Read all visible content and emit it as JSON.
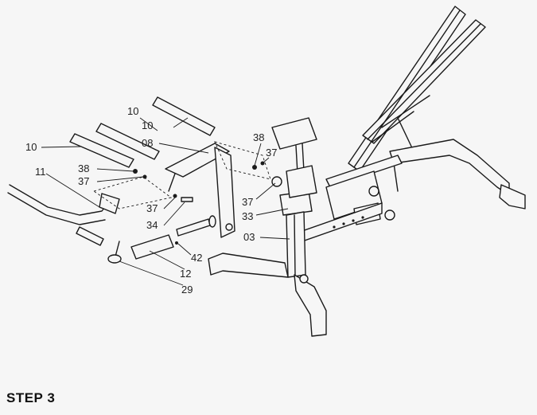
{
  "step_title": "STEP 3",
  "callouts": {
    "c10a": "10",
    "c10b": "10",
    "c10c": "10",
    "c08": "08",
    "c11": "11",
    "c38a": "38",
    "c37a": "37",
    "c37b": "37",
    "c34": "34",
    "c42": "42",
    "c12": "12",
    "c29": "29",
    "c38b": "38",
    "c37c": "37",
    "c37d": "37",
    "c33": "33",
    "c03": "03"
  }
}
